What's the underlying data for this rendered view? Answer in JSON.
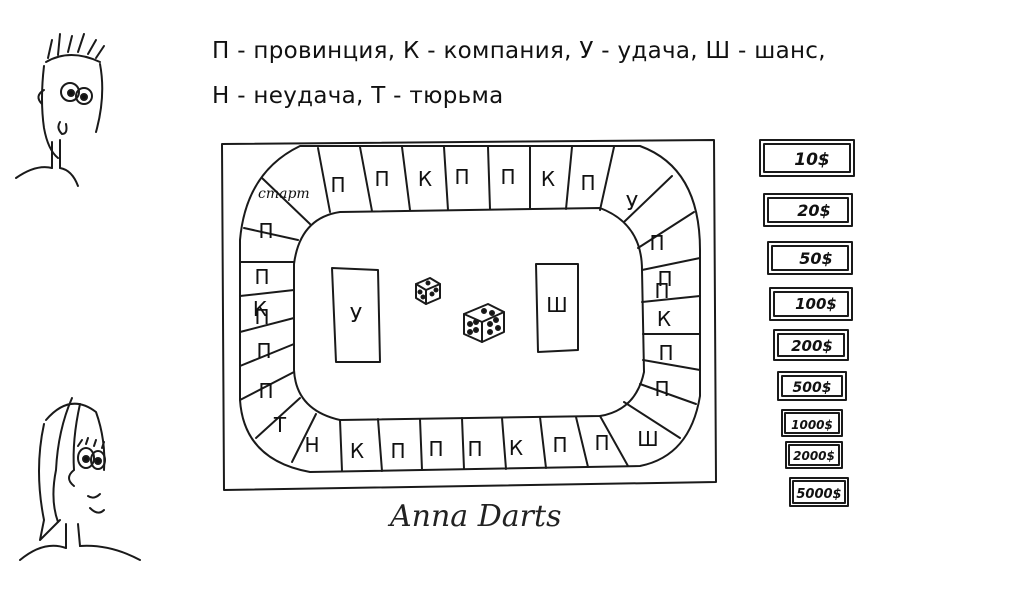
{
  "legend": {
    "line1": "П - провинция, К - компания, У - удача, Ш - шанс,",
    "line2": "Н - неудача, Т - тюрьма"
  },
  "board": {
    "start_label": "старт",
    "top_cells": [
      "П",
      "П",
      "К",
      "П",
      "П",
      "К",
      "П",
      "У"
    ],
    "right_cells": [
      "П",
      "П",
      "П",
      "К",
      "П",
      "П",
      "Ш"
    ],
    "bottom_cells": [
      "П",
      "П",
      "К",
      "П",
      "П",
      "П",
      "К",
      "Н",
      "Т"
    ],
    "left_cells": [
      "П",
      "П",
      "П",
      "К",
      "П",
      "П"
    ],
    "luck_card": "У",
    "chance_card": "Ш"
  },
  "money": [
    "10$",
    "20$",
    "50$",
    "100$",
    "200$",
    "500$",
    "1000$",
    "2000$",
    "5000$"
  ],
  "signature": "Anna Darts",
  "icons": [
    "boy-face-icon",
    "girl-face-icon",
    "dice-icon"
  ]
}
